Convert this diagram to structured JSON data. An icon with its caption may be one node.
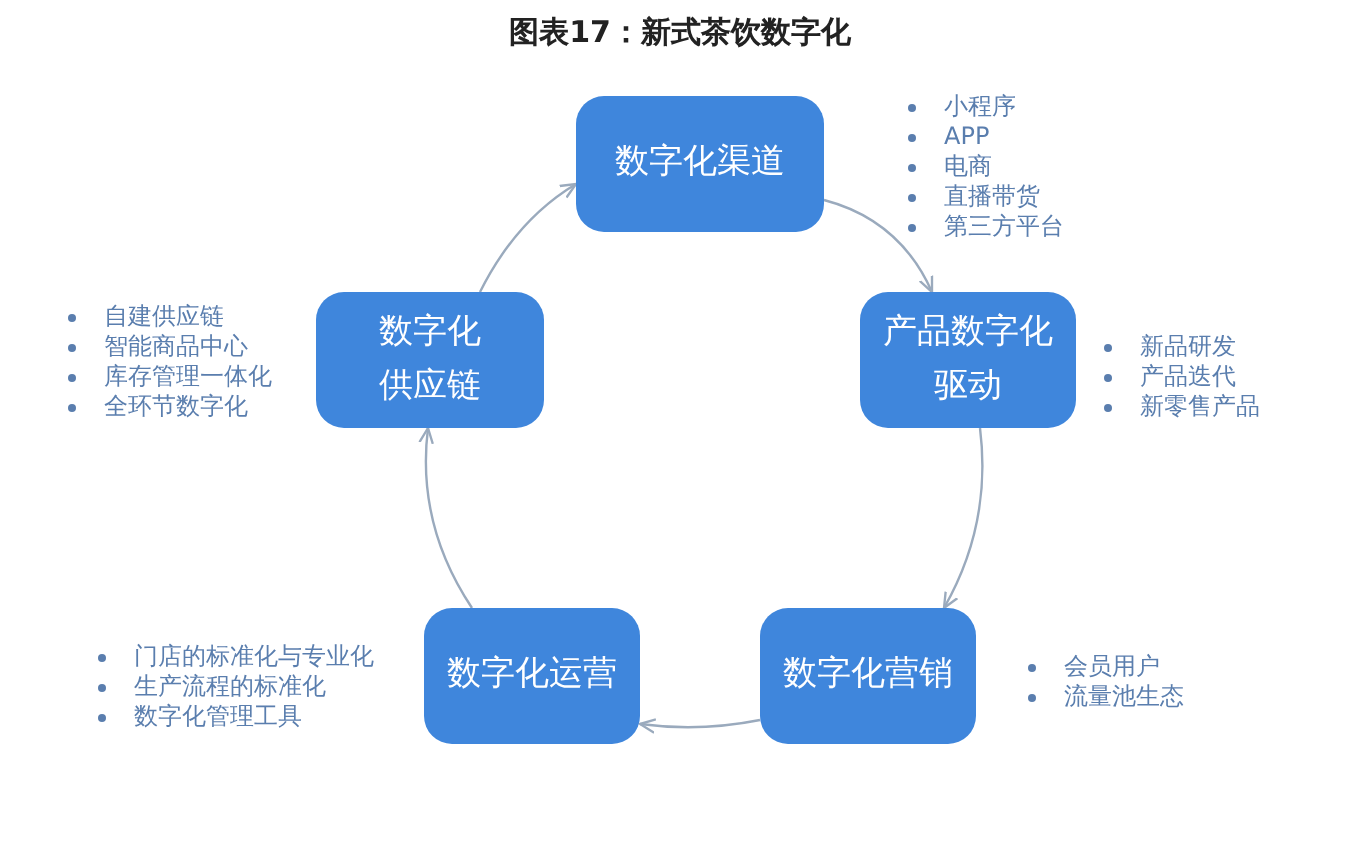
{
  "diagram": {
    "title": "图表17：新式茶饮数字化",
    "nodes": [
      {
        "text": [
          "数字化渠道"
        ],
        "beside": [
          "小程序",
          "APP",
          "电商",
          "直播带货",
          "第三方平台"
        ]
      },
      {
        "text": [
          "产品数字化驱动"
        ],
        "beside": [
          "新品研发",
          "产品迭代",
          "新零售产品"
        ]
      },
      {
        "text": [
          "数字化营销"
        ],
        "beside": [
          "会员用户",
          "流量池生态"
        ]
      },
      {
        "text": [
          "数字化运营"
        ],
        "beside": [
          "门店的标准化与专业化",
          "生产流程的标准化",
          "数字化管理工具"
        ]
      },
      {
        "text": [
          "数字化供应链"
        ],
        "beside": [
          "自建供应链",
          "智能商品中心",
          "库存管理一体化",
          "全环节数字化"
        ]
      }
    ],
    "edges": [
      {
        "from": 0,
        "to": 1,
        "arrow": "to"
      },
      {
        "from": 1,
        "to": 2,
        "arrow": "to"
      },
      {
        "from": 2,
        "to": 3,
        "arrow": "to"
      },
      {
        "from": 3,
        "to": 4,
        "arrow": "to"
      },
      {
        "from": 4,
        "to": 0,
        "arrow": "to"
      }
    ]
  }
}
